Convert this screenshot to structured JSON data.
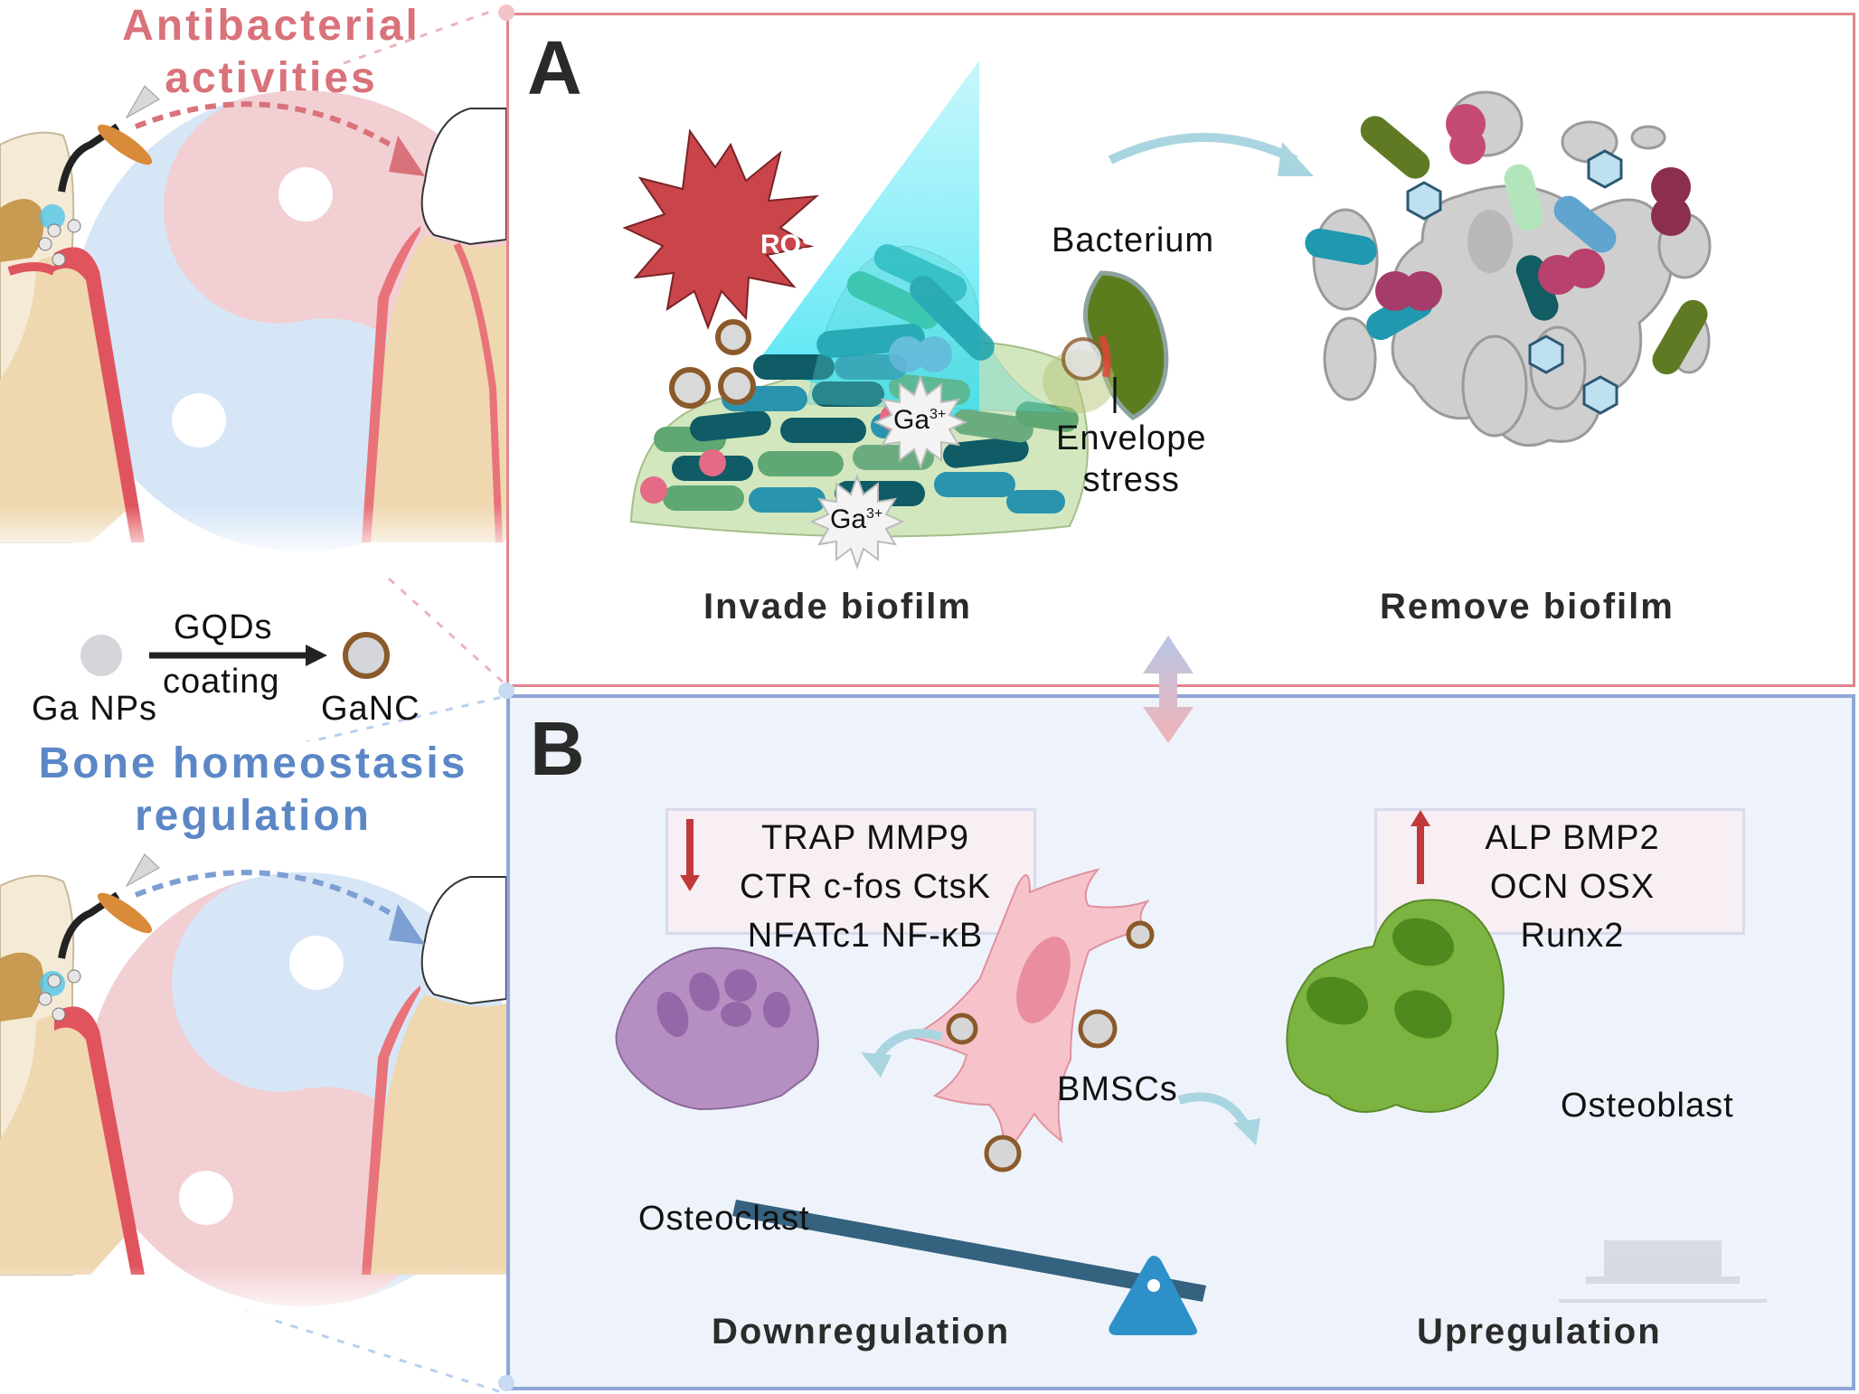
{
  "left_column": {
    "top_heading": [
      "Antibacterial",
      "activities"
    ],
    "bottom_heading": [
      "Bone homeostasis",
      "regulation"
    ],
    "synthesis": {
      "reactant": "Ga NPs",
      "arrow_top": "GQDs",
      "arrow_bottom": "coating",
      "product": "GaNC"
    }
  },
  "panel_a": {
    "letter": "A",
    "ros_label": "ROS",
    "ion_labels": [
      "Ga",
      "Ga"
    ],
    "ion_charges": [
      "3+",
      "3+"
    ],
    "bacterium_label": "Bacterium",
    "stress_label": [
      "Envelope",
      "stress"
    ],
    "left_caption": "Invade biofilm",
    "right_caption": "Remove biofilm"
  },
  "panel_b": {
    "letter": "B",
    "down_genes": [
      "TRAP MMP9",
      "CTR c-fos CtsK",
      "NFATc1 NF-κB"
    ],
    "up_genes": [
      "ALP BMP2",
      "OCN OSX",
      "Runx2"
    ],
    "bmsc_label": "BMSCs",
    "osteoclast_label": "Osteoclast",
    "osteoblast_label": "Osteoblast",
    "left_caption": "Downregulation",
    "right_caption": "Upregulation"
  },
  "colors": {
    "pink_accent": "#d9727a",
    "blue_accent": "#5b87c6",
    "panel_a_border": "#e0868c",
    "panel_b_border": "#8fa6d6",
    "panel_b_fill": "#eef3fb",
    "arrow_red": "#c0393b",
    "ganc_ring": "#8b5a2b"
  }
}
